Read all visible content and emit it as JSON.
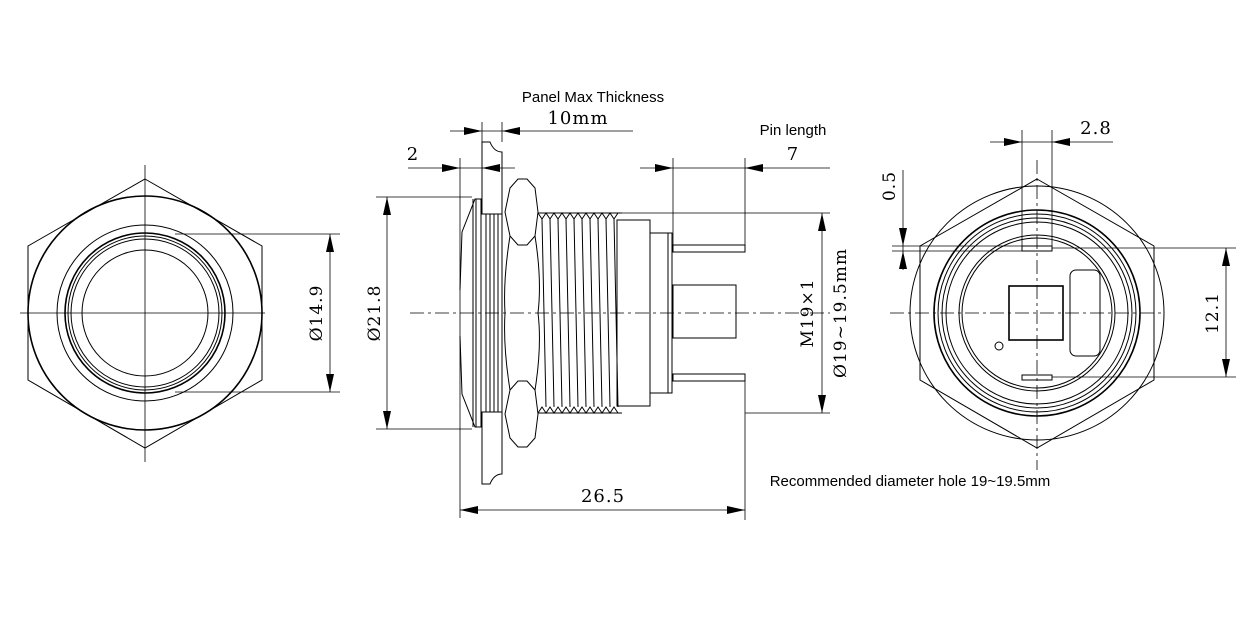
{
  "drawing": {
    "title": "Panel-mount push button switch dimension drawing",
    "annotations": {
      "panel_max_thickness": "Panel Max Thickness",
      "panel_thickness_value": "10mm",
      "pin_length": "Pin length",
      "pin_length_value": "7",
      "recommended_hole": "Recommended diameter hole 19~19.5mm"
    },
    "dimensions": {
      "bezel_offset": "2",
      "inner_diameter": "Ø14.9",
      "outer_diameter": "Ø21.8",
      "thread_spec": "M19×1",
      "thread_diameter": "Ø19~19.5mm",
      "total_length": "26.5",
      "terminal_width": "2.8",
      "terminal_thickness": "0.5",
      "terminal_spacing": "12.1"
    },
    "views": [
      "front-view",
      "side-view",
      "rear-view"
    ]
  }
}
